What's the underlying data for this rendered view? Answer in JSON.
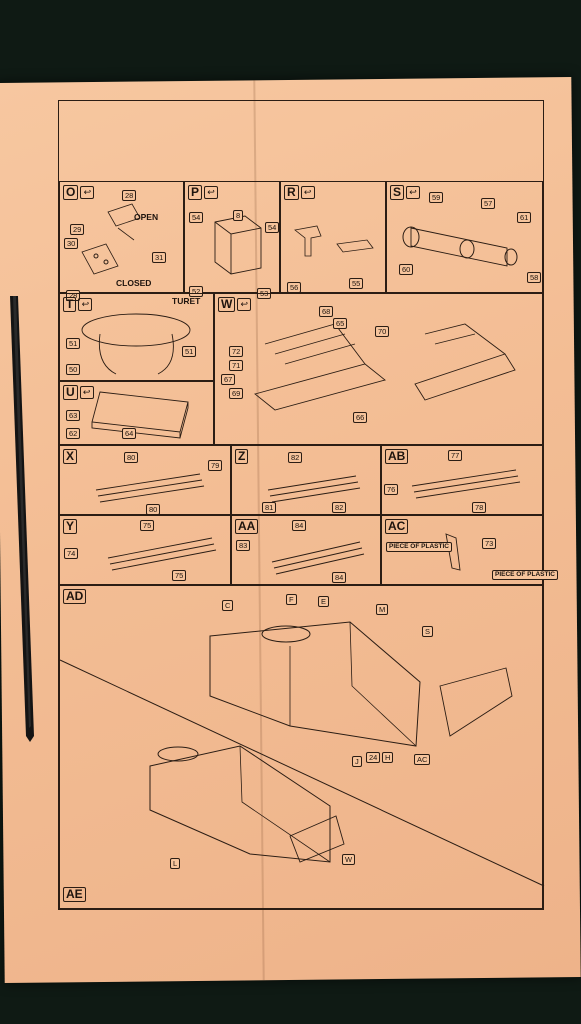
{
  "steps": {
    "O": {
      "letter": "O",
      "parts": [
        "28",
        "29",
        "30",
        "31",
        "28"
      ],
      "labels": [
        "OPEN",
        "CLOSED"
      ]
    },
    "P": {
      "letter": "P",
      "parts": [
        "54",
        "8",
        "54",
        "52",
        "53"
      ]
    },
    "R": {
      "letter": "R",
      "parts": [
        "56",
        "55"
      ]
    },
    "S": {
      "letter": "S",
      "parts": [
        "59",
        "57",
        "61",
        "60",
        "58"
      ]
    },
    "T": {
      "letter": "T",
      "parts": [
        "51",
        "51",
        "50"
      ],
      "labels": [
        "TURET"
      ]
    },
    "W": {
      "letter": "W",
      "parts": [
        "68",
        "65",
        "70",
        "72",
        "71",
        "67",
        "69",
        "66"
      ]
    },
    "U": {
      "letter": "U",
      "parts": [
        "63",
        "62",
        "64"
      ]
    },
    "X": {
      "letter": "X",
      "parts": [
        "80",
        "79",
        "80"
      ]
    },
    "Z": {
      "letter": "Z",
      "parts": [
        "82",
        "81",
        "82"
      ]
    },
    "AB": {
      "letter": "AB",
      "parts": [
        "77",
        "76",
        "78"
      ]
    },
    "Y": {
      "letter": "Y",
      "parts": [
        "75",
        "74",
        "75"
      ]
    },
    "AA": {
      "letter": "AA",
      "parts": [
        "84",
        "83",
        "84"
      ]
    },
    "AC": {
      "letter": "AC",
      "parts": [
        "73"
      ],
      "labels": [
        "PIECE OF PLASTIC",
        "PIECE OF PLASTIC"
      ]
    },
    "AD": {
      "letter": "AD",
      "parts": [
        "C",
        "F",
        "E",
        "M",
        "S",
        "J",
        "24",
        "H",
        "AC"
      ]
    },
    "AE": {
      "letter": "AE",
      "parts": [
        "L",
        "W"
      ]
    }
  },
  "colors": {
    "paper": "#f3bd94",
    "ink": "#2b1d14",
    "background": "#0f1a14"
  },
  "icons": {
    "glue": "glue-arrow-icon"
  }
}
